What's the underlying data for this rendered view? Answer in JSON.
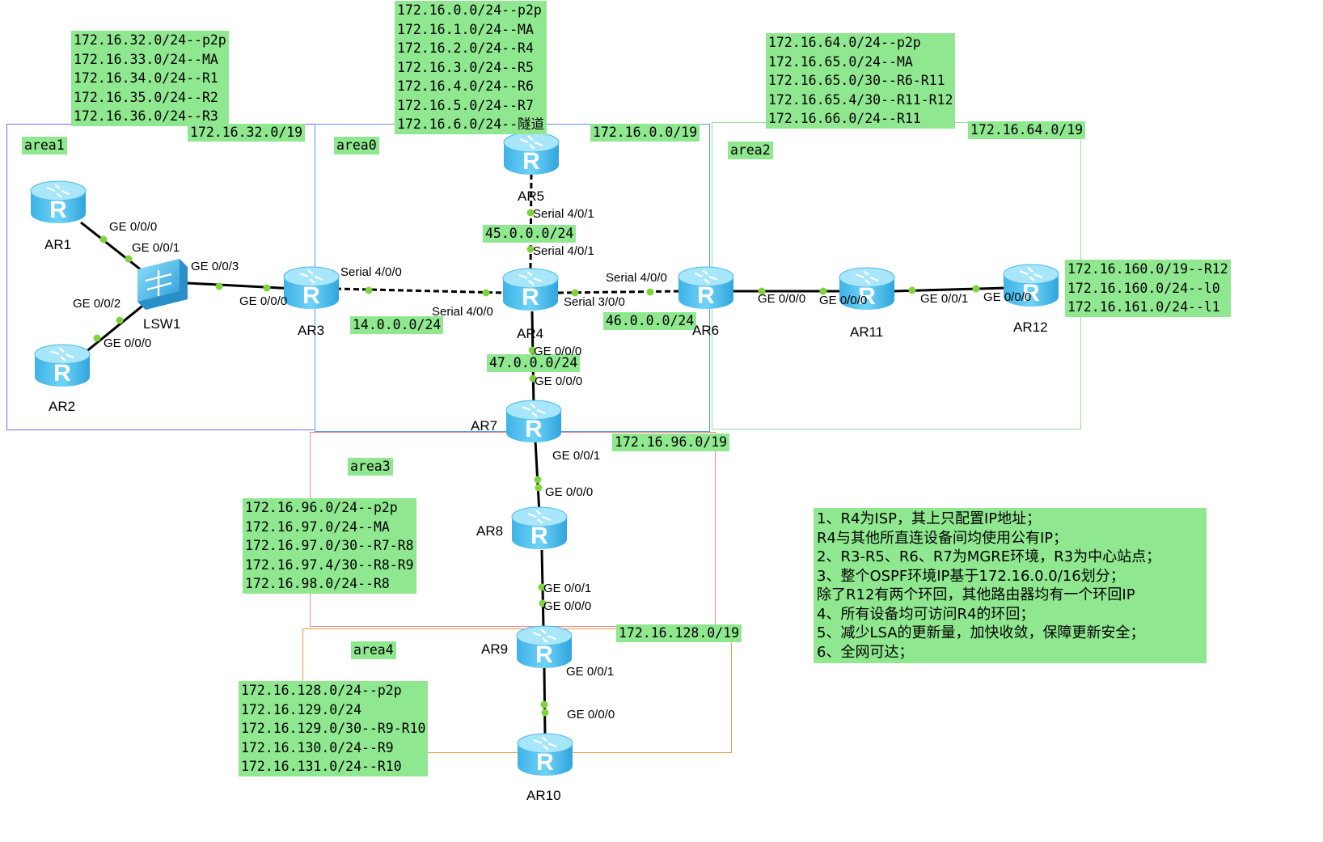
{
  "areas": [
    {
      "id": "area1",
      "label": "area1",
      "color": "#7070ee"
    },
    {
      "id": "area0",
      "label": "area0",
      "color": "#5599ee"
    },
    {
      "id": "area2",
      "label": "area2",
      "color": "#99dd99"
    },
    {
      "id": "area3",
      "label": "area3",
      "color": "#ee8888"
    },
    {
      "id": "area4",
      "label": "area4",
      "color": "#ee9944"
    }
  ],
  "summaries": {
    "area1": "172.16.32.0/19",
    "area0": "172.16.0.0/19",
    "area2": "172.16.64.0/19",
    "area3": "172.16.96.0/19",
    "area4": "172.16.128.0/19"
  },
  "notes": {
    "area1": [
      "172.16.32.0/24--p2p",
      "172.16.33.0/24--MA",
      "172.16.34.0/24--R1",
      "172.16.35.0/24--R2",
      "172.16.36.0/24--R3"
    ],
    "area0": [
      "172.16.0.0/24--p2p",
      "172.16.1.0/24--MA",
      "172.16.2.0/24--R4",
      "172.16.3.0/24--R5",
      "172.16.4.0/24--R6",
      "172.16.5.0/24--R7",
      "172.16.6.0/24--隧道"
    ],
    "area2": [
      "172.16.64.0/24--p2p",
      "172.16.65.0/24--MA",
      "172.16.65.0/30--R6-R11",
      "172.16.65.4/30--R11-R12",
      "172.16.66.0/24--R11"
    ],
    "r12": [
      "172.16.160.0/19--R12",
      "172.16.160.0/24--l0",
      "172.16.161.0/24--l1"
    ],
    "area3": [
      "172.16.96.0/24--p2p",
      "172.16.97.0/24--MA",
      "172.16.97.0/30--R7-R8",
      "172.16.97.4/30--R8-R9",
      "172.16.98.0/24--R8"
    ],
    "area4": [
      "172.16.128.0/24--p2p",
      "172.16.129.0/24",
      "172.16.129.0/30--R9-R10",
      "172.16.130.0/24--R9",
      "172.16.131.0/24--R10"
    ]
  },
  "links": {
    "ar3_ar4": "14.0.0.0/24",
    "ar4_ar5": "45.0.0.0/24",
    "ar4_ar6": "46.0.0.0/24",
    "ar4_ar7": "47.0.0.0/24"
  },
  "devices": {
    "ar1": "AR1",
    "ar2": "AR2",
    "lsw1": "LSW1",
    "ar3": "AR3",
    "ar4": "AR4",
    "ar5": "AR5",
    "ar6": "AR6",
    "ar7": "AR7",
    "ar8": "AR8",
    "ar9": "AR9",
    "ar10": "AR10",
    "ar11": "AR11",
    "ar12": "AR12"
  },
  "ports": {
    "ar1_g000": "GE 0/0/0",
    "lsw1_g001": "GE 0/0/1",
    "lsw1_g003": "GE 0/0/3",
    "lsw1_g002": "GE 0/0/2",
    "ar2_g000": "GE 0/0/0",
    "ar3_g000": "GE 0/0/0",
    "ar3_s400": "Serial 4/0/0",
    "ar4_s400": "Serial 4/0/0",
    "ar5_s401": "Serial 4/0/1",
    "ar4_s401": "Serial 4/0/1",
    "ar6_s400": "Serial 4/0/0",
    "ar4_s300": "Serial 3/0/0",
    "ar4_g000": "GE 0/0/0",
    "ar7_g000": "GE 0/0/0",
    "ar6_g000": "GE 0/0/0",
    "ar11_g000": "GE 0/0/0",
    "ar11_g001": "GE 0/0/1",
    "ar12_g000": "GE 0/0/0",
    "ar7_g001": "GE 0/0/1",
    "ar8_g000": "GE 0/0/0",
    "ar8_g001": "GE 0/0/1",
    "ar9_g000": "GE 0/0/0",
    "ar9_g001": "GE 0/0/1",
    "ar10_g000": "GE 0/0/0"
  },
  "requirements": [
    "1、R4为ISP，其上只配置IP地址；",
    "R4与其他所直连设备间均使用公有IP；",
    "2、R3-R5、R6、R7为MGRE环境，R3为中心站点；",
    "3、整个OSPF环境IP基于172.16.0.0/16划分；",
    "除了R12有两个环回，其他路由器均有一个环回IP",
    "4、所有设备均可访问R4的环回；",
    "5、减少LSA的更新量，加快收敛，保障更新安全；",
    "6、全网可达；"
  ],
  "colors": {
    "router_body": "#5fc8f0",
    "router_top": "#a8e6fb",
    "note_bg": "#8fe88f",
    "port_dot": "#7fd33f"
  }
}
